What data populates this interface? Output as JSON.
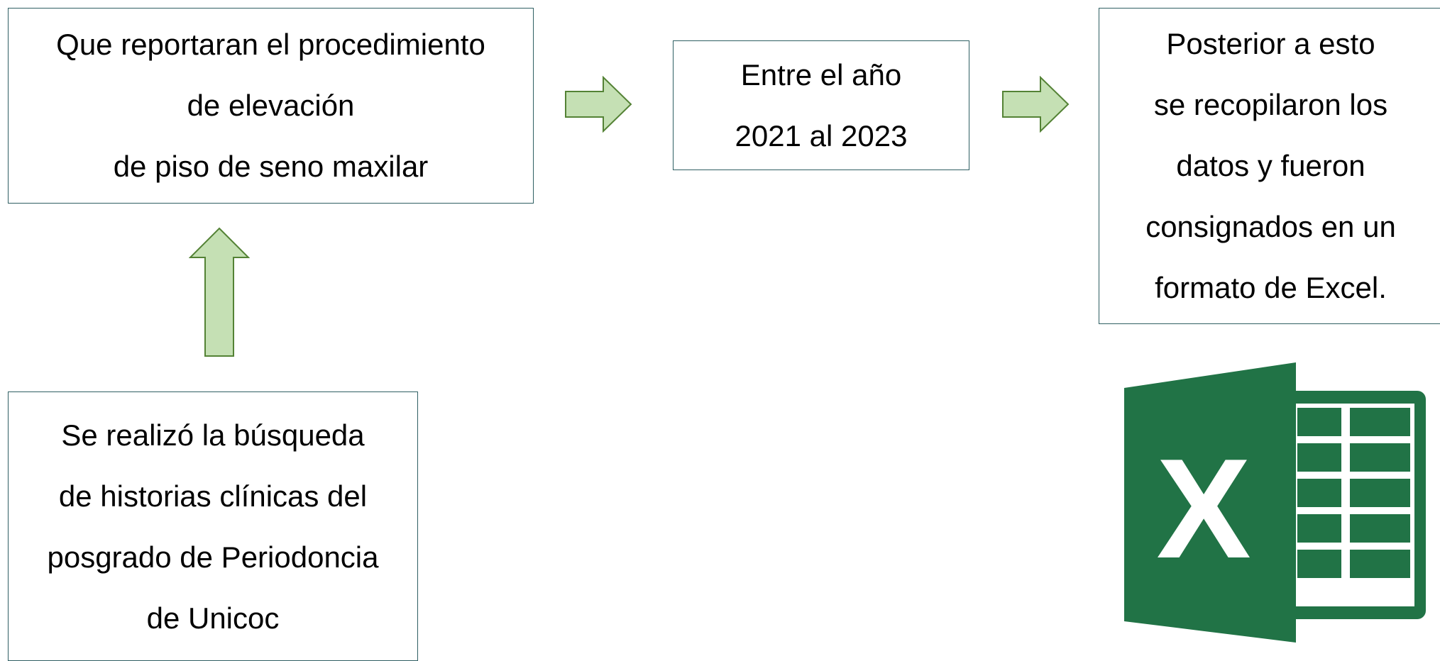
{
  "colors": {
    "box_border": "#2f5f63",
    "arrow_fill": "#c5e0b4",
    "arrow_stroke": "#548235",
    "excel_green": "#217346"
  },
  "boxes": {
    "query": {
      "lines": [
        "Que reportaran el procedimiento",
        "de elevación",
        "de piso de seno maxilar"
      ]
    },
    "years": {
      "lines": [
        "Entre el año",
        "2021 al 2023"
      ]
    },
    "collect": {
      "lines": [
        "Posterior a esto",
        "se recopilaron los",
        "datos y fueron",
        "consignados en un",
        "formato de Excel."
      ]
    },
    "search": {
      "lines": [
        "Se realizó la búsqueda",
        "de historias clínicas del",
        "posgrado de Periodoncia",
        "de Unicoc"
      ]
    }
  },
  "icons": {
    "arrow_right_1": "arrow-right-icon",
    "arrow_right_2": "arrow-right-icon",
    "arrow_up": "arrow-up-icon",
    "excel": "excel-icon"
  },
  "excel_logo_letter": "X"
}
